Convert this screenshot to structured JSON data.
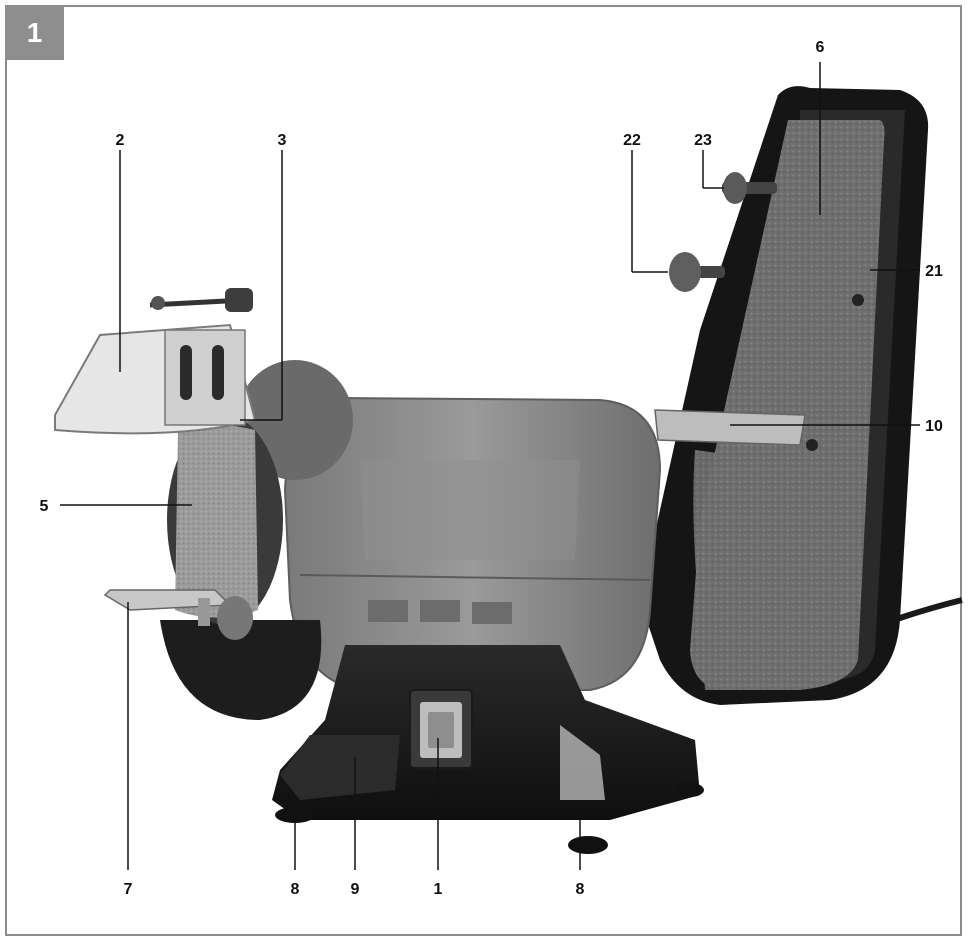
{
  "figure": {
    "number": "1",
    "callouts": {
      "c1": "1",
      "c2": "2",
      "c3": "3",
      "c5": "5",
      "c6": "6",
      "c7": "7",
      "c8a": "8",
      "c8b": "8",
      "c9": "9",
      "c10": "10",
      "c21": "21",
      "c22": "22",
      "c23": "23"
    }
  },
  "colors": {
    "frame": "#8c8c8c",
    "motor_housing": "#8a8a8a",
    "metal_black": "#1c1c1c",
    "abrasive_gray": "#6f6f6f",
    "wheel_gray": "#9a9a9a",
    "guard_glass": "#e3e3e3"
  }
}
